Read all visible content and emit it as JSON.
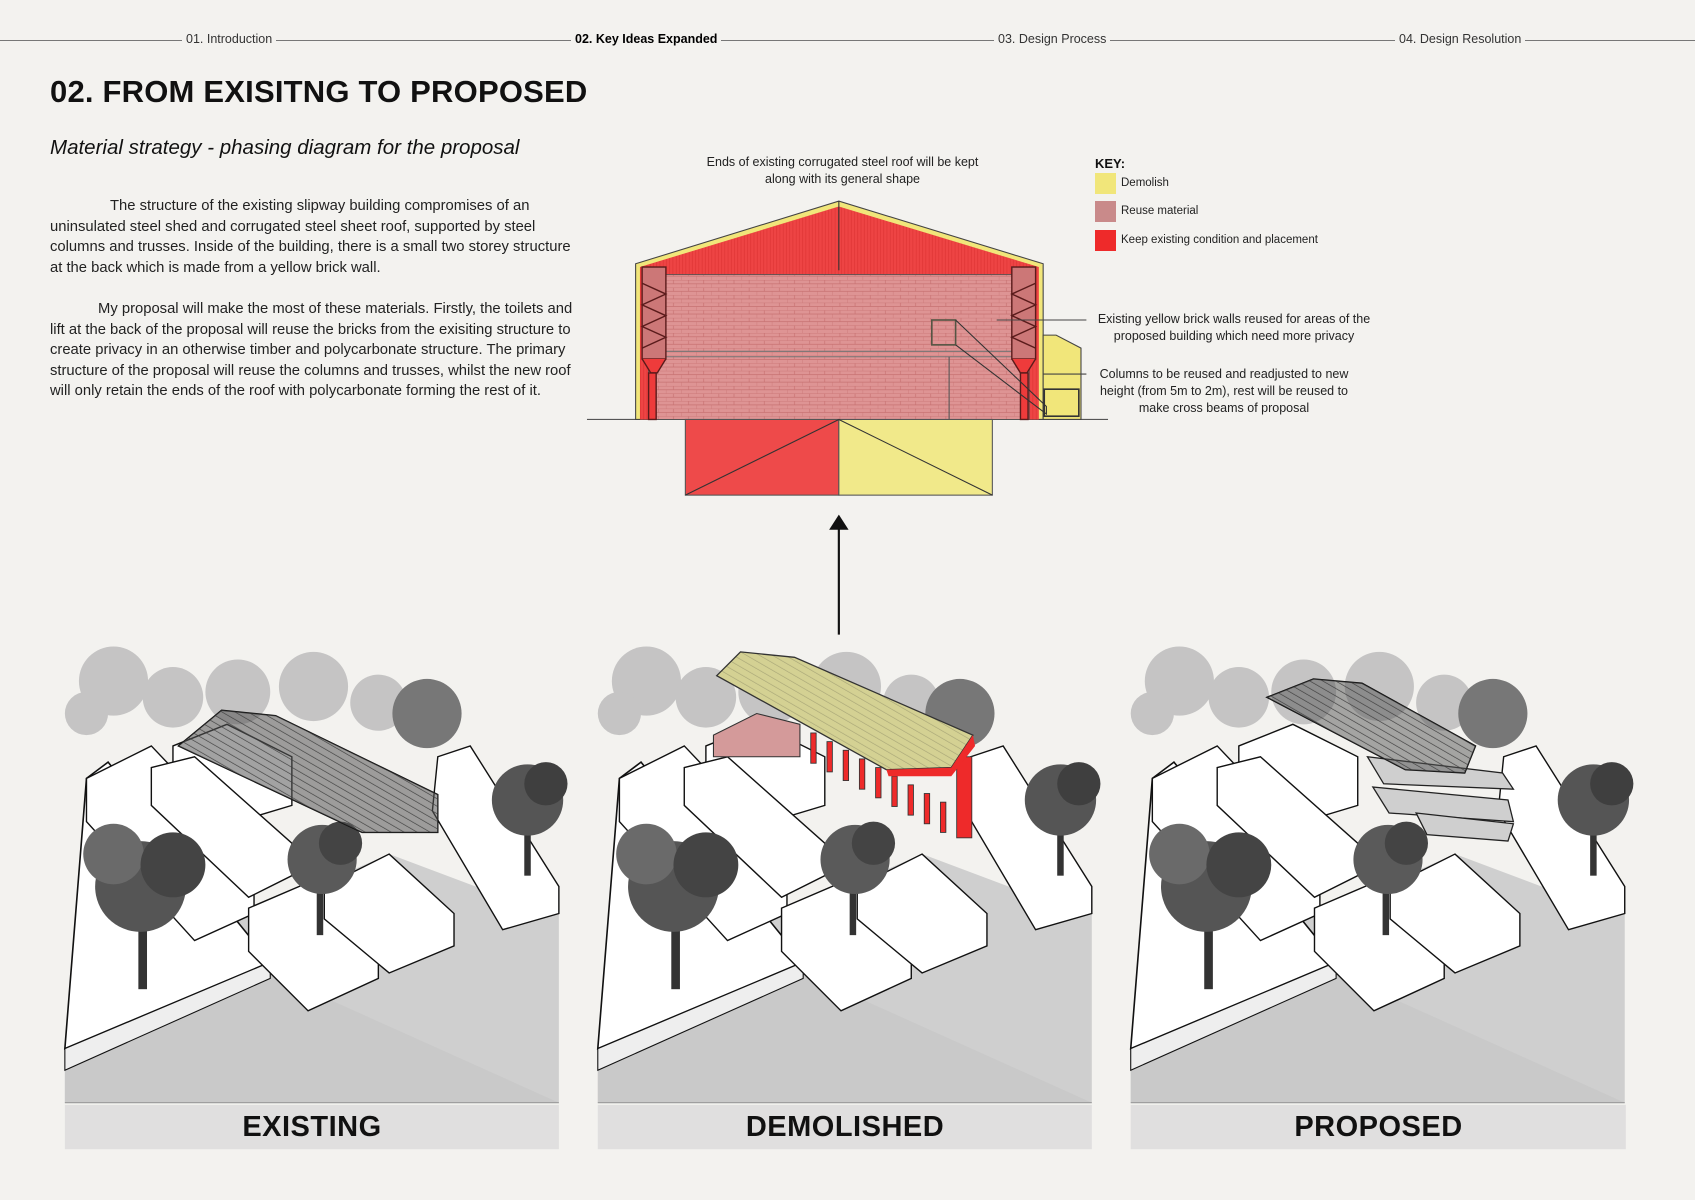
{
  "nav": {
    "items": [
      {
        "label": "01.  Introduction",
        "active": false
      },
      {
        "label": "02. Key Ideas Expanded",
        "active": true
      },
      {
        "label": "03. Design Process",
        "active": false
      },
      {
        "label": "04. Design Resolution",
        "active": false
      }
    ]
  },
  "header": {
    "title": "02. FROM EXISITNG TO PROPOSED",
    "subtitle": "Material strategy - phasing diagram for the proposal"
  },
  "body": {
    "paragraphs": [
      "The structure of the existing slipway building compromises of an uninsulated steel shed and corrugated steel sheet roof, supported by steel columns and trusses. Inside of the building, there is a small two storey structure at the back which is made from a yellow brick wall.",
      "My proposal will make the most of these materials. Firstly, the toilets and lift at the back of the proposal will reuse the bricks from the exisiting structure to create privacy in an otherwise timber and polycarbonate structure. The primary structure of the proposal will reuse the columns and trusses, whilst the new roof will only retain the ends of the roof with polycarbonate forming the rest of it."
    ]
  },
  "section": {
    "roof_note": "Ends of existing corrugated steel roof will be kept along with its general shape",
    "brick_note": "Existing yellow brick walls reused for areas of the proposed building which need more privacy",
    "column_note": "Columns to be reused and readjusted to new height (from 5m to 2m), rest will be reused to make cross beams of proposal"
  },
  "key": {
    "title": "KEY:",
    "items": [
      {
        "label": "Demolish",
        "color": "#f1e67a"
      },
      {
        "label": "Reuse material",
        "color": "#c98a8a"
      },
      {
        "label": "Keep existing condition and placement",
        "color": "#ee2a2a"
      }
    ]
  },
  "colors": {
    "demolish": "#f1e67a",
    "reuse": "#d98c8c",
    "keep": "#ee4444",
    "roof_existing": "#555555",
    "roof_demolished": "#d4d193"
  },
  "panels": [
    {
      "label": "EXISTING"
    },
    {
      "label": "DEMOLISHED"
    },
    {
      "label": "PROPOSED"
    }
  ]
}
